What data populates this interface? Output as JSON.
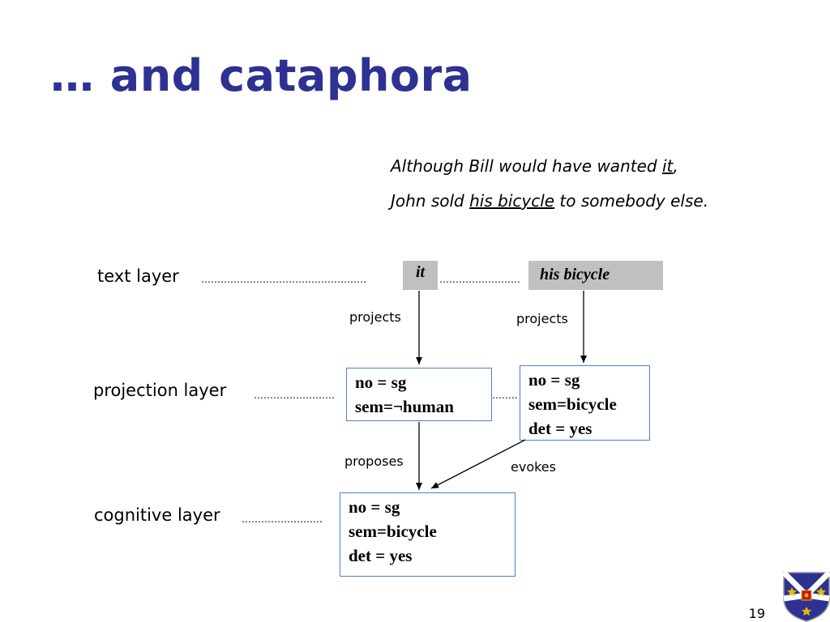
{
  "title": "… and cataphora",
  "sentences": {
    "line1_pre": "Although Bill would have wanted ",
    "line1_u": "it",
    "line1_post": ",",
    "line2_pre": "John sold ",
    "line2_u": "his bicycle",
    "line2_post": " to somebody else."
  },
  "layers": {
    "text": "text layer",
    "projection": "projection layer",
    "cognitive": "cognitive layer"
  },
  "text_tokens": {
    "it": "it",
    "his_bicycle": "his bicycle"
  },
  "projection_boxes": {
    "it_box": [
      "no = sg",
      "sem=¬human"
    ],
    "bicycle_box": [
      "no = sg",
      "sem=bicycle",
      "det = yes"
    ]
  },
  "cognitive_box": [
    "no = sg",
    "sem=bicycle",
    "det = yes"
  ],
  "edge_labels": {
    "projects_left": "projects",
    "projects_right": "projects",
    "proposes": "proposes",
    "evokes": "evokes"
  },
  "page_number": "19",
  "colors": {
    "title": "#2e3192",
    "box_border": "#4a7fd4",
    "token_bg": "#c0c0c0"
  }
}
